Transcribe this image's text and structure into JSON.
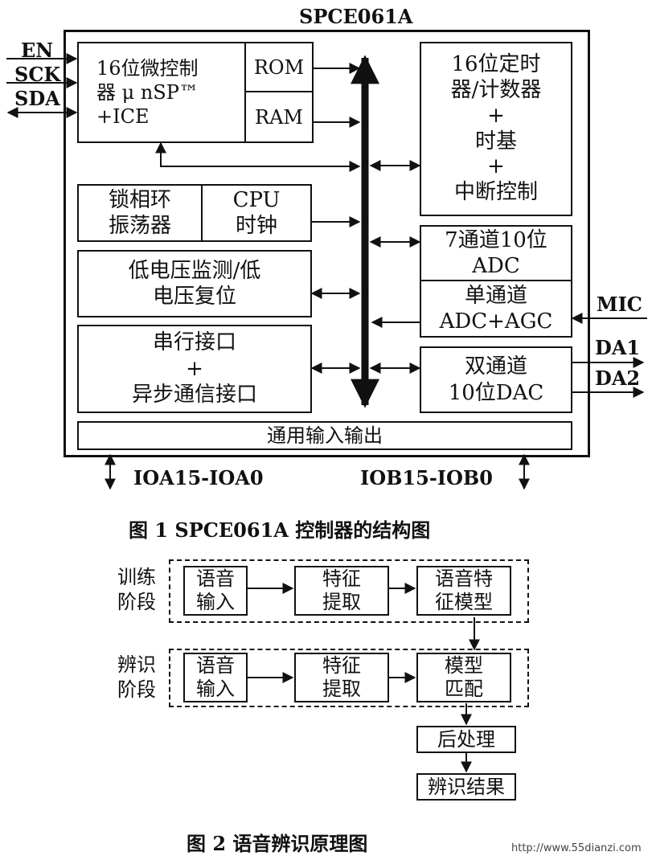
{
  "fig1": {
    "chip_label": "SPCE061A",
    "mcu": [
      "16位微控制",
      "器 μ nSP™",
      "+ICE"
    ],
    "rom": "ROM",
    "ram": "RAM",
    "timer": [
      "16位定时",
      "器/计数器",
      "+",
      "时基",
      "+",
      "中断控制"
    ],
    "pll": [
      "锁相环",
      "振荡器"
    ],
    "cpu_clock": [
      "CPU",
      "时钟"
    ],
    "lvd": [
      "低电压监测/低",
      "电压复位"
    ],
    "adc7": [
      "7通道10位",
      "ADC"
    ],
    "adc_agc": [
      "单通道",
      "ADC+AGC"
    ],
    "serial": [
      "串行接口",
      "+",
      "异步通信接口"
    ],
    "dac": [
      "双通道",
      "10位DAC"
    ],
    "gpio": "通用输入输出",
    "pins": {
      "en": "EN",
      "sck": "SCK",
      "sda": "SDA",
      "mic": "MIC",
      "da1": "DA1",
      "da2": "DA2",
      "ioa": "IOA15-IOA0",
      "iob": "IOB15-IOB0"
    },
    "caption": "图 1   SPCE061A 控制器的结构图"
  },
  "fig2": {
    "train_stage": [
      "训练",
      "阶段"
    ],
    "recog_stage": [
      "辨识",
      "阶段"
    ],
    "speech_input": [
      "语音",
      "输入"
    ],
    "feature_extract": [
      "特征",
      "提取"
    ],
    "feature_model": [
      "语音特",
      "征模型"
    ],
    "model_match": [
      "模型",
      "匹配"
    ],
    "post_process": "后处理",
    "result": "辨识结果",
    "caption": "图 2   语音辨识原理图"
  },
  "watermark": "http://www.55dianzi.com"
}
